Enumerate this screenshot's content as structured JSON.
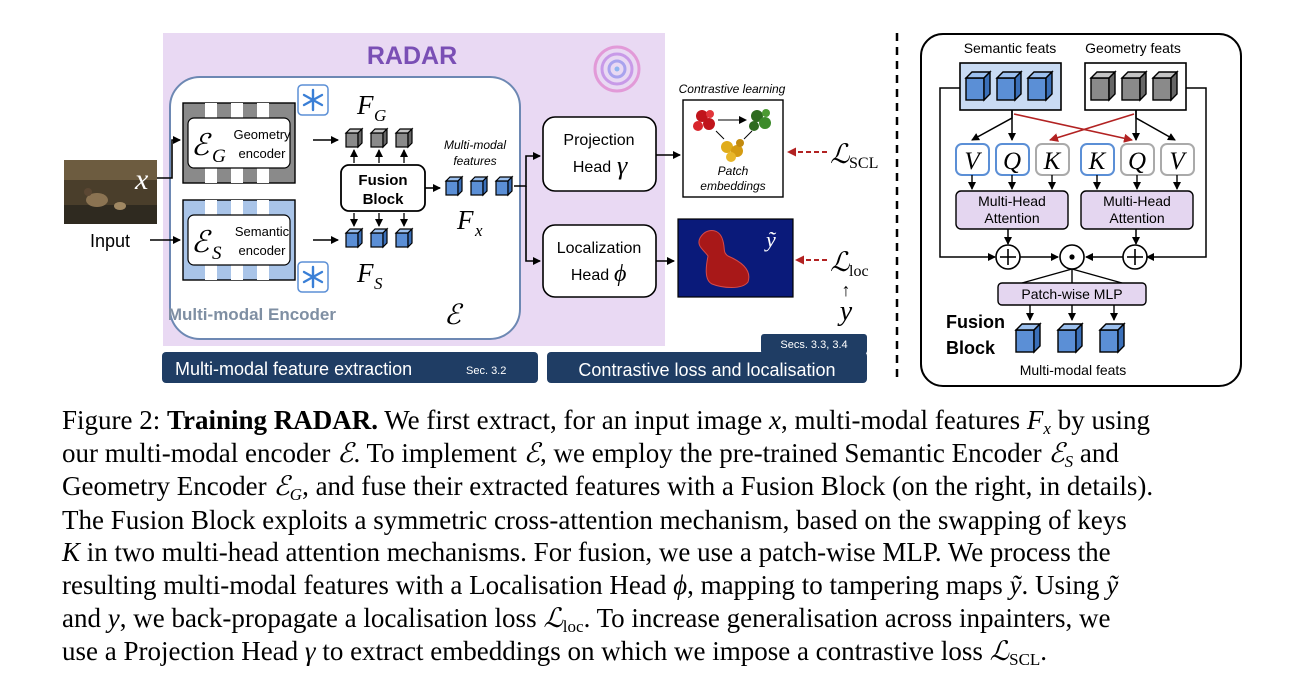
{
  "figure": {
    "title": "RADAR",
    "input_label": "Input",
    "x_symbol": "x",
    "geometry_encoder": {
      "symbol": "ℰ",
      "subscript": "G",
      "label_line1": "Geometry",
      "label_line2": "encoder"
    },
    "semantic_encoder": {
      "symbol": "ℰ",
      "subscript": "S",
      "label_line1": "Semantic",
      "label_line2": "encoder"
    },
    "fg_label": {
      "main": "F",
      "sub": "G"
    },
    "fs_label": {
      "main": "F",
      "sub": "S"
    },
    "fx_label": {
      "main": "F",
      "sub": "x"
    },
    "fusion_block_line1": "Fusion",
    "fusion_block_line2": "Block",
    "multimodal_features_line1": "Multi-modal",
    "multimodal_features_line2": "features",
    "encoder_caption": "Multi-modal Encoder",
    "encoder_symbol": "ℰ",
    "projection_head_line1": "Projection",
    "projection_head_line2": "Head",
    "projection_symbol": "γ",
    "localization_head_line1": "Localization",
    "localization_head_line2": "Head",
    "localization_symbol": "ϕ",
    "contrastive_learning": "Contrastive learning",
    "patch_embeddings_line1": "Patch",
    "patch_embeddings_line2": "embeddings",
    "loss_scl": {
      "main": "ℒ",
      "sub": "SCL"
    },
    "loss_loc": {
      "main": "ℒ",
      "sub": "loc"
    },
    "y_tilde": "ỹ",
    "y_label": "y",
    "up_arrow": "↑",
    "bar_left": {
      "text": "Multi-modal feature extraction",
      "sec": "Sec. 3.2"
    },
    "bar_right": {
      "text": "Contrastive loss and localisation",
      "sec": "Secs. 3.3, 3.4"
    },
    "fusion_detail": {
      "semantic_feats": "Semantic feats",
      "geometry_feats": "Geometry feats",
      "v": "V",
      "q": "Q",
      "k": "K",
      "mha_line1": "Multi-Head",
      "mha_line2": "Attention",
      "plus": "+",
      "dot": "⊙",
      "patch_mlp": "Patch-wise MLP",
      "fusion_line1": "Fusion",
      "fusion_line2": "Block",
      "multimodal_feats": "Multi-modal feats"
    },
    "colors": {
      "lavender": "#e9d9f3",
      "navy": "#1f3d64",
      "radar_title": "#7a4fb5",
      "semantic_blue": "#5b8fd6",
      "geometry_gray": "#8a8a8a",
      "red": "#b22222",
      "mask_bg": "#0a1a7a",
      "mask_fg": "#a81818"
    }
  },
  "caption": {
    "l1": {
      "label": "Figure 2: ",
      "bold": "Training RADAR.",
      "a": " We first extract, for an input image ",
      "x": "x",
      "b": ", multi-modal features ",
      "F": "F",
      "Fsub": "x",
      "c": " by using"
    },
    "l2": {
      "a": "our multi-modal encoder ",
      "E1": "ℰ",
      "b": ". To implement ",
      "E2": "ℰ",
      "c": ", we employ the pre-trained Semantic Encoder ",
      "E3": "ℰ",
      "E3sub": "S",
      "d": " and"
    },
    "l3": {
      "a": "Geometry Encoder ",
      "E": "ℰ",
      "Esub": "G",
      "b": ", and fuse their extracted features with a Fusion Block (on the right, in details)."
    },
    "l4": {
      "a": "The Fusion Block exploits a symmetric cross-attention mechanism, based on the swapping of keys"
    },
    "l5": {
      "K": "K",
      "a": " in two multi-head attention mechanisms. For fusion, we use a patch-wise MLP. We process the"
    },
    "l6": {
      "a": "resulting multi-modal features with a Localisation Head ",
      "phi": "ϕ",
      "b": ", mapping to tampering maps ",
      "yt": "ỹ",
      "c": ". Using ",
      "yt2": "ỹ"
    },
    "l7": {
      "a": "and ",
      "y": "y",
      "b": ", we back-propagate a localisation loss ",
      "L": "ℒ",
      "Lsub": "loc",
      "c": ". To increase generalisation across inpainters, we"
    },
    "l8": {
      "a": "use a Projection Head ",
      "g": "γ",
      "b": " to extract embeddings on which we impose a contrastive loss ",
      "L": "ℒ",
      "Lsub": "SCL",
      "c": "."
    }
  }
}
